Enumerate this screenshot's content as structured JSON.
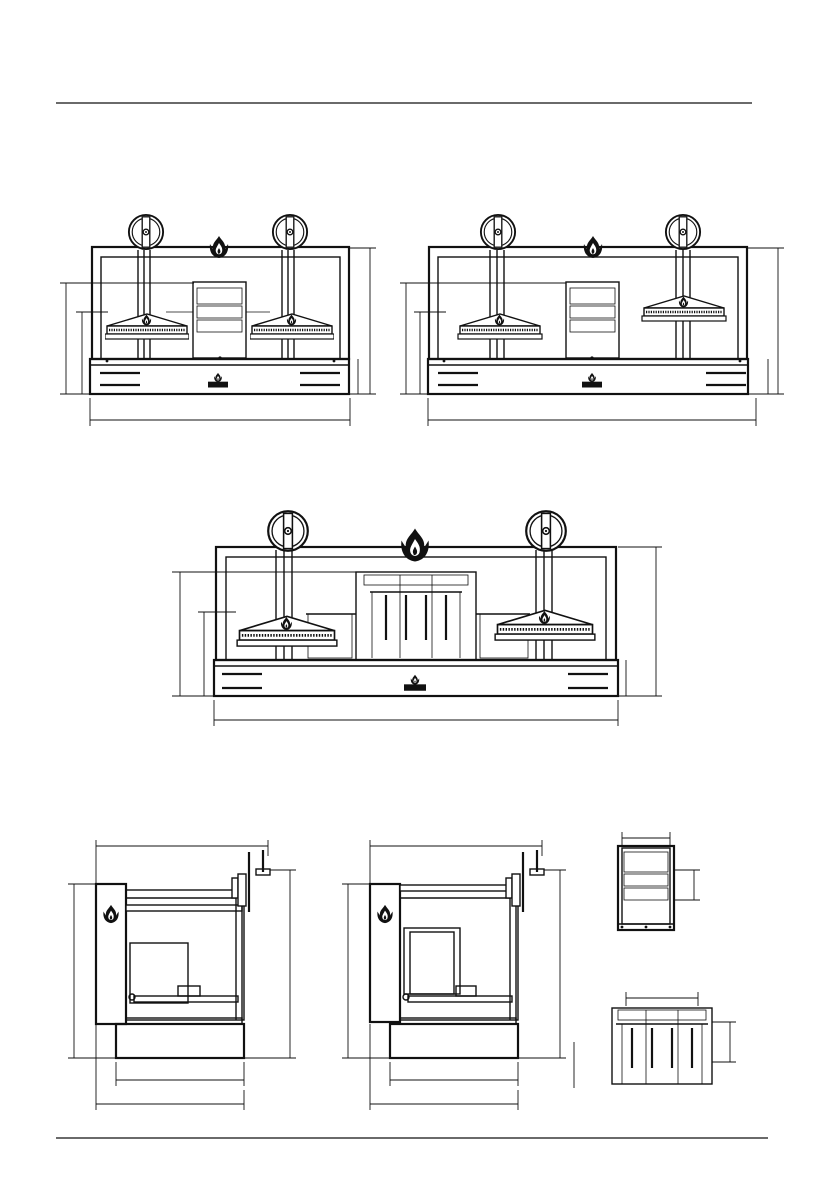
{
  "drawing": {
    "views": [
      {
        "id": "front-two-grills-lowered",
        "kind": "front-elevation"
      },
      {
        "id": "front-two-grills-one-raised",
        "kind": "front-elevation"
      },
      {
        "id": "front-two-grills-center-rack",
        "kind": "front-elevation"
      },
      {
        "id": "side-view-left",
        "kind": "side-elevation"
      },
      {
        "id": "side-view-right",
        "kind": "side-elevation"
      },
      {
        "id": "warming-drawer-detail",
        "kind": "detail"
      },
      {
        "id": "rotisserie-rack-detail",
        "kind": "detail"
      }
    ],
    "icons": [
      "flame-logo-icon",
      "crank-wheel-icon"
    ],
    "colors": {
      "line": "#111111",
      "background": "#ffffff"
    }
  }
}
